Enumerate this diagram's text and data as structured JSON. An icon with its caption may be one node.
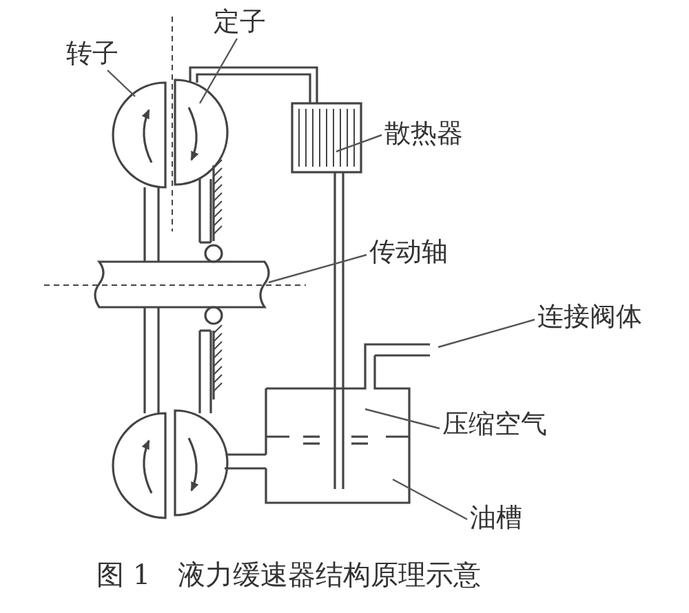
{
  "diagram": {
    "caption": "图 1　液力缓速器结构原理示意",
    "nodes": [
      {
        "text": [
          "转子"
        ]
      },
      {
        "text": [
          "定子"
        ]
      },
      {
        "text": [
          "散热器"
        ]
      },
      {
        "text": [
          "传动轴"
        ]
      },
      {
        "text": [
          "连接阀体"
        ]
      },
      {
        "text": [
          "压缩空气"
        ]
      },
      {
        "text": [
          "油槽"
        ]
      }
    ],
    "edges": [
      {
        "from": 0,
        "to": null,
        "arrow": "none"
      },
      {
        "from": 1,
        "to": null,
        "arrow": "none"
      },
      {
        "from": 2,
        "to": null,
        "arrow": "none"
      },
      {
        "from": 3,
        "to": null,
        "arrow": "none"
      },
      {
        "from": 4,
        "to": null,
        "arrow": "none"
      },
      {
        "from": 5,
        "to": null,
        "arrow": "none"
      },
      {
        "from": 6,
        "to": null,
        "arrow": "none"
      }
    ]
  }
}
